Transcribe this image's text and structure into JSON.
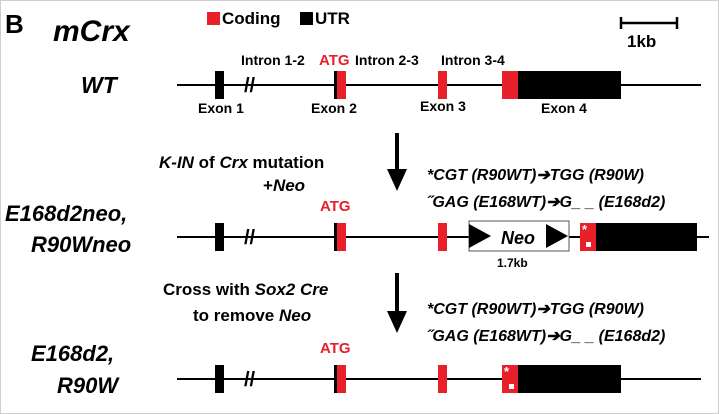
{
  "figure": {
    "panel_letter": "B",
    "gene": "mCrx",
    "legend": {
      "coding": {
        "label": "Coding",
        "color": "#e8202a"
      },
      "utr": {
        "label": "UTR",
        "color": "#000000"
      }
    },
    "scale_bar": "1kb",
    "wt": {
      "label": "WT",
      "introns": [
        "Intron 1-2",
        "Intron 2-3",
        "Intron 3-4"
      ],
      "atg": "ATG",
      "exons": [
        "Exon 1",
        "Exon 2",
        "Exon 3",
        "Exon 4"
      ],
      "break_mark": "//"
    },
    "step1": {
      "line1_italic": "K-IN",
      "line1_mid": " of ",
      "line1_gene": "Crx",
      "line1_rest": " mutation",
      "line2_plus": "+",
      "line2_neo": "Neo"
    },
    "mut1": {
      "label_line1": "E168d2neo,",
      "label_line2": "R90Wneo",
      "atg": "ATG",
      "neo_label": "Neo",
      "neo_size": "1.7kb",
      "mut_line1": "*CGT (R90WT)➔TGG (R90W)",
      "mut_line2": "˝GAG (E168WT)➔G_ _ (E168d2)",
      "star": "*"
    },
    "step2": {
      "line1_a": "Cross with ",
      "line1_gene": "Sox2 Cre",
      "line2_a": "to remove ",
      "line2_neo": "Neo"
    },
    "mut2": {
      "label_line1": "E168d2,",
      "label_line2": "R90W",
      "atg": "ATG",
      "mut_line1": "*CGT (R90WT)➔TGG (R90W)",
      "mut_line2": "˝GAG (E168WT)➔G_ _ (E168d2)",
      "star": "*"
    }
  }
}
